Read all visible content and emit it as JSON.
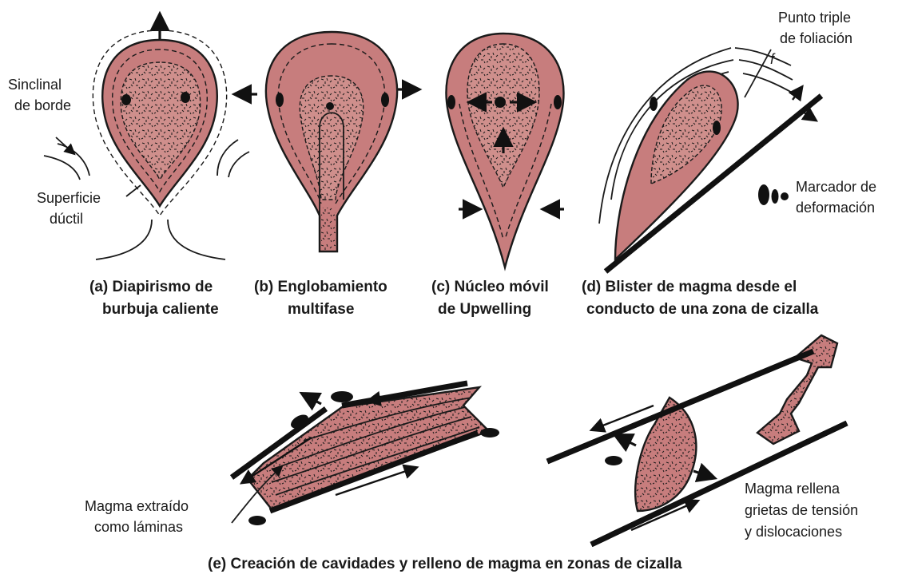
{
  "colors": {
    "magma": "#c77d7d",
    "magma_core": "#cf8f8c",
    "ink": "#1a1a1a"
  },
  "panels": {
    "a": {
      "caption_line1": "(a) Diapirismo de",
      "caption_line2": "burbuja caliente",
      "label_sinclinal_1": "Sinclinal",
      "label_sinclinal_2": "de borde",
      "label_superficie_1": "Superficie",
      "label_superficie_2": "dúctil"
    },
    "b": {
      "caption_line1": "(b) Englobamiento",
      "caption_line2": "multifase"
    },
    "c": {
      "caption_line1": "(c) Núcleo móvil",
      "caption_line2": "de Upwelling"
    },
    "d": {
      "caption_line1": "(d) Blister de magma desde el",
      "caption_line2": "conducto de una zona de cizalla",
      "label_punto_1": "Punto triple",
      "label_punto_2": "de foliación",
      "label_f": "f",
      "label_marcador_1": "Marcador de",
      "label_marcador_2": "deformación"
    },
    "e": {
      "caption": "(e) Creación de cavidades y relleno de magma en zonas de cizalla",
      "label_left_1": "Magma extraído",
      "label_left_2": "como láminas",
      "label_right_1": "Magma rellena",
      "label_right_2": "grietas de tensión",
      "label_right_3": "y dislocaciones"
    }
  }
}
